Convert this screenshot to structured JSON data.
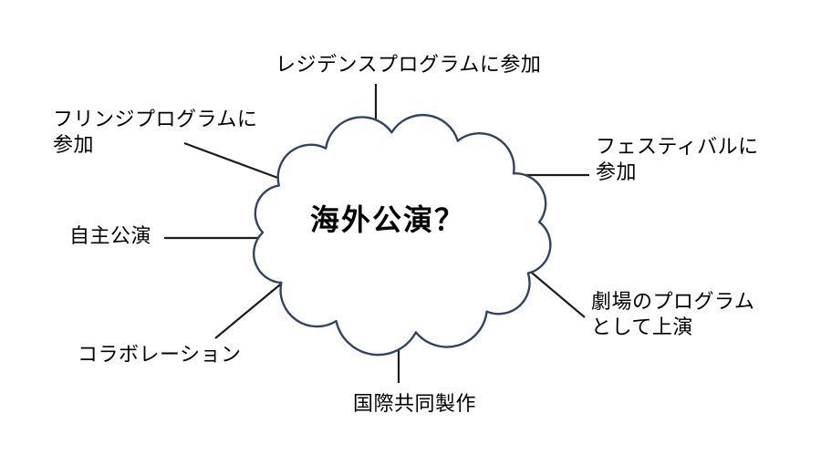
{
  "center": {
    "label": "海外公演？"
  },
  "nodes": [
    {
      "id": "residency",
      "label": "レジデンスプログラムに参加"
    },
    {
      "id": "fringe",
      "label": "フリンジプログラムに\n参加"
    },
    {
      "id": "festival",
      "label": "フェスティバルに\n参加"
    },
    {
      "id": "self-produced",
      "label": "自主公演"
    },
    {
      "id": "theater-program",
      "label": "劇場のプログラム\nとして上演"
    },
    {
      "id": "collaboration",
      "label": "コラボレーション"
    },
    {
      "id": "international-coproduction",
      "label": "国際共同製作"
    }
  ],
  "colors": {
    "background": "#ffffff",
    "cloud_outline": "#2f4468",
    "cloud_fill": "#ffffff",
    "connector": "#1c1c1c",
    "text": "#000000"
  }
}
